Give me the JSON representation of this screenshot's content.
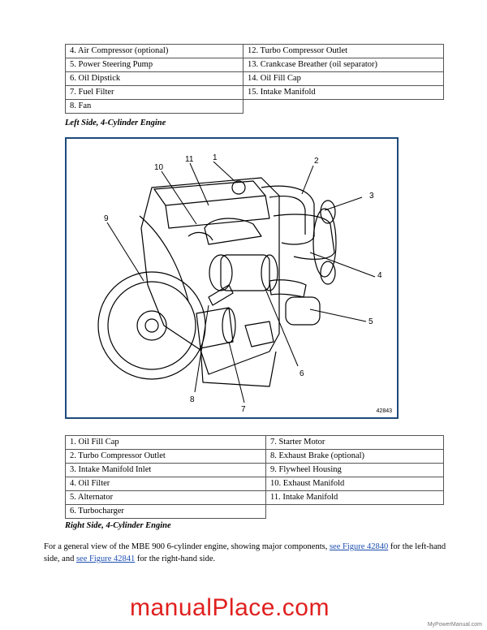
{
  "top_table": {
    "rows": [
      [
        "4. Air Compressor (optional)",
        "12. Turbo Compressor Outlet"
      ],
      [
        "5. Power Steering Pump",
        "13. Crankcase Breather (oil separator)"
      ],
      [
        "6. Oil Dipstick",
        "14. Oil Fill Cap"
      ],
      [
        "7. Fuel Filter",
        "15. Intake Manifold"
      ],
      [
        "8. Fan",
        ""
      ]
    ]
  },
  "figure": {
    "caption": "Left Side, 4-Cylinder Engine",
    "callouts": [
      "1",
      "2",
      "3",
      "4",
      "5",
      "6",
      "7",
      "8",
      "9",
      "10",
      "11"
    ],
    "figure_id": "42843"
  },
  "bottom_table": {
    "rows": [
      [
        "1. Oil Fill Cap",
        "7. Starter Motor"
      ],
      [
        "2. Turbo Compressor Outlet",
        "8. Exhaust Brake (optional)"
      ],
      [
        "3. Intake Manifold Inlet",
        "9. Flywheel Housing"
      ],
      [
        "4. Oil Filter",
        "10. Exhaust Manifold"
      ],
      [
        "5. Alternator",
        "11. Intake Manifold"
      ],
      [
        "6. Turbocharger",
        ""
      ]
    ]
  },
  "caption2": "Right Side, 4-Cylinder Engine",
  "paragraph": {
    "before": "For a general view of the MBE 900 6-cylinder engine, showing major components,",
    "link1": "see Figure 42840",
    "middle": "for the left-hand side, and",
    "link2": "see Figure 42841",
    "after": "for the right-hand side."
  },
  "watermark": "manualPlace.com",
  "site_mark": "MyPowerManual.com"
}
